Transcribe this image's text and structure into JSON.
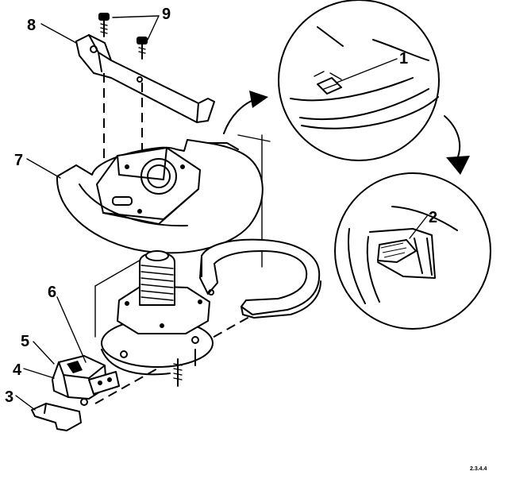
{
  "callouts": [
    {
      "id": "c1",
      "label": "1"
    },
    {
      "id": "c2",
      "label": "2"
    },
    {
      "id": "c3",
      "label": "3"
    },
    {
      "id": "c4",
      "label": "4"
    },
    {
      "id": "c5",
      "label": "5"
    },
    {
      "id": "c6",
      "label": "6"
    },
    {
      "id": "c7",
      "label": "7"
    },
    {
      "id": "c8",
      "label": "8"
    },
    {
      "id": "c9",
      "label": "9"
    }
  ],
  "figure_code": "2.3.4.4"
}
